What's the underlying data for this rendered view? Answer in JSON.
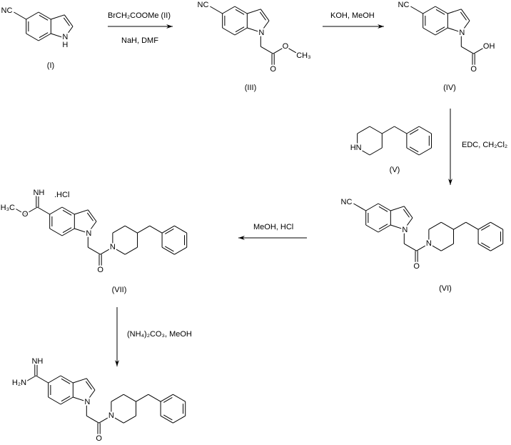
{
  "compounds": {
    "I": "(I)",
    "III": "(III)",
    "IV": "(IV)",
    "V": "(V)",
    "VI": "(VI)",
    "VII": "(VII)"
  },
  "reagents": {
    "step1_above": "BrCH₂COOMe  (II)",
    "step1_below": "NaH, DMF",
    "step2": "KOH, MeOH",
    "step3": "EDC, CH₂Cl₂",
    "step4": "MeOH, HCl",
    "step5": "(NH₄)₂CO₃, MeOH"
  },
  "atoms": {
    "nitrile": "NC",
    "nitrogen": "N",
    "hydrogen": "H",
    "oxygen": "O",
    "methyl": "CH₃",
    "methyl_left": "H₃C",
    "hydroxyl": "OH",
    "imine": "NH",
    "amine": "H₂N",
    "piperidine_nh": "HN"
  },
  "salt": ".HCl"
}
